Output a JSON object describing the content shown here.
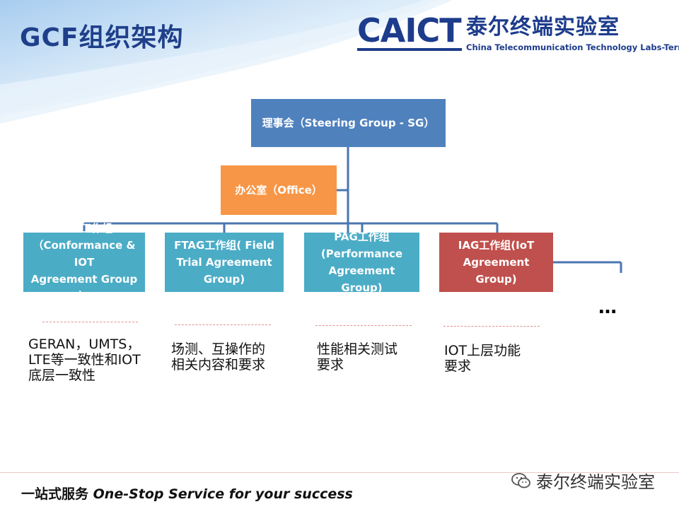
{
  "header": {
    "title": "GCF组织架构",
    "logo_mark": "CAICT",
    "logo_cn": "泰尔终端实验室",
    "logo_en": "China Telecommunication Technology Labs-Terminals"
  },
  "org": {
    "steering": "理事会（Steering Group - SG）",
    "office": "办公室（Office）",
    "groups": [
      {
        "line1": "CAG工作组",
        "line2": "（Conformance & IOT",
        "line3": "Agreement Group ）",
        "color": "#4bacc6"
      },
      {
        "line1": "FTAG工作组( Field",
        "line2": "Trial Agreement",
        "line3": "Group)",
        "color": "#4bacc6"
      },
      {
        "line1": "PAG工作组",
        "line2": "(Performance",
        "line3": "Agreement Group)",
        "color": "#4bacc6"
      },
      {
        "line1": "IAG工作组(IoT",
        "line2": "Agreement Group)",
        "line3": "",
        "color": "#c0504d"
      }
    ],
    "more": "…",
    "colors": {
      "steering": "#4f81bd",
      "office": "#f79646",
      "connector": "#4a76b0"
    }
  },
  "descriptions": [
    {
      "line1": "GERAN，UMTS，",
      "line2": "LTE等一致性和IOT",
      "line3": "底层一致性"
    },
    {
      "line1": "场测、互操作的",
      "line2": "相关内容和要求",
      "line3": ""
    },
    {
      "line1": "性能相关测试",
      "line2": "要求",
      "line3": ""
    },
    {
      "line1": "IOT上层功能",
      "line2": "要求",
      "line3": ""
    }
  ],
  "footer": {
    "slogan_cn": "一站式服务",
    "slogan_en": "One-Stop Service for your success",
    "watermark": "泰尔终端实验室"
  }
}
